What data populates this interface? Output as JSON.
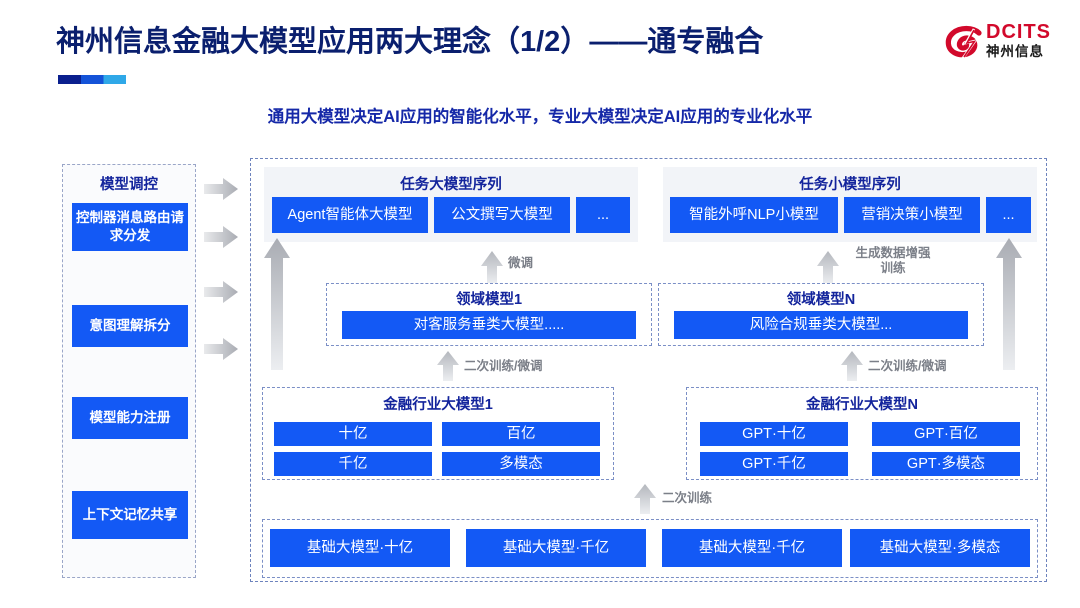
{
  "header": {
    "title": "神州信息金融大模型应用两大理念（1/2）——通专融合",
    "subtitle": "通用大模型决定AI应用的智能化水平，专业大模型决定AI应用的专业化水平",
    "logo": {
      "en": "DCITS",
      "cn": "神州信息",
      "mark": "swirl-logo-icon",
      "color": "#d2092b"
    }
  },
  "accent_colors": {
    "title_blue": "#0a1f6e",
    "subtitle_blue": "#1528a8",
    "box_blue": "#1359f5",
    "panel_grey": "#f2f4f8",
    "dash_border": "#7b8fc6",
    "arrow_grey": "#b9bcc2",
    "logo_red": "#d2092b"
  },
  "sidebar": {
    "title": "模型调控",
    "items": [
      {
        "label": "控制器消息路由请求分发"
      },
      {
        "label": "意图理解拆分"
      },
      {
        "label": "模型能力注册"
      },
      {
        "label": "上下文记忆共享"
      }
    ]
  },
  "main": {
    "task_sequences": [
      {
        "heading": "任务大模型序列",
        "items": [
          "Agent智能体大模型",
          "公文撰写大模型",
          "..."
        ]
      },
      {
        "heading": "任务小模型序列",
        "items": [
          "智能外呼NLP小模型",
          "营销决策小模型",
          "..."
        ]
      }
    ],
    "domain_models": [
      {
        "heading": "领域模型1",
        "item": "对客服务垂类大模型....."
      },
      {
        "heading": "领域模型N",
        "item": "风险合规垂类大模型..."
      }
    ],
    "industry_models": [
      {
        "heading": "金融行业大模型1",
        "items": [
          "十亿",
          "百亿",
          "千亿",
          "多模态"
        ]
      },
      {
        "heading": "金融行业大模型N",
        "items": [
          "GPT·十亿",
          "GPT·百亿",
          "GPT·千亿",
          "GPT·多模态"
        ]
      }
    ],
    "base_models": [
      "基础大模型·十亿",
      "基础大模型·千亿",
      "基础大模型·千亿",
      "基础大模型·多模态"
    ],
    "arrow_labels": {
      "fine_tune": "微调",
      "data_aug_train_line1": "生成数据增强",
      "data_aug_train_line2": "训练",
      "retrain_finetune_left": "二次训练/微调",
      "retrain_finetune_right": "二次训练/微调",
      "retrain": "二次训练"
    }
  }
}
